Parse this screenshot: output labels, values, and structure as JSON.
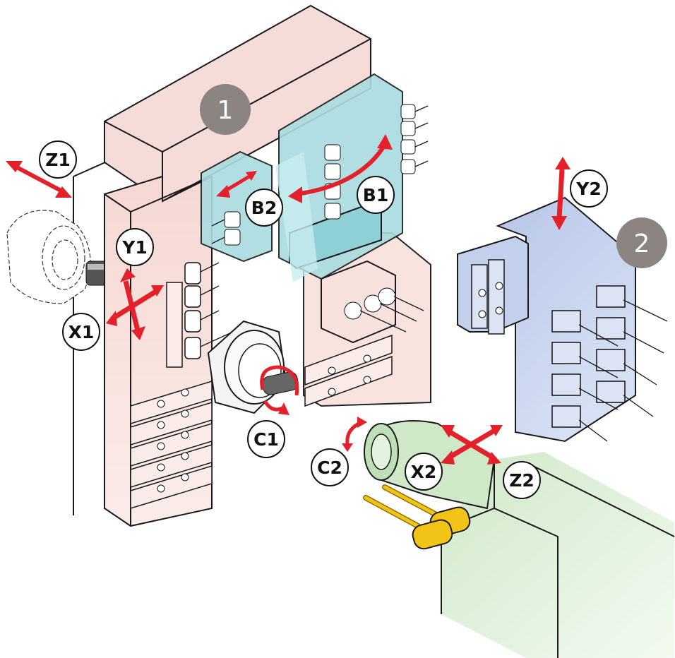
{
  "labels": {
    "Z1": "Z1",
    "Y1": "Y1",
    "X1": "X1",
    "B1": "B1",
    "B2": "B2",
    "C1": "C1",
    "Y2": "Y2",
    "C2": "C2",
    "X2": "X2",
    "Z2": "Z2"
  },
  "badges": {
    "turret1": "1",
    "turret2": "2"
  },
  "colors": {
    "turret1_frame": "#f6dcd8",
    "b1_unit": "#a9dbe0",
    "turret2": "#c3d0ec",
    "spindle2": "#cfe8c8",
    "arrow": "#e4202a",
    "badge": "#8c8480",
    "tool_gold": "#f2c418"
  }
}
